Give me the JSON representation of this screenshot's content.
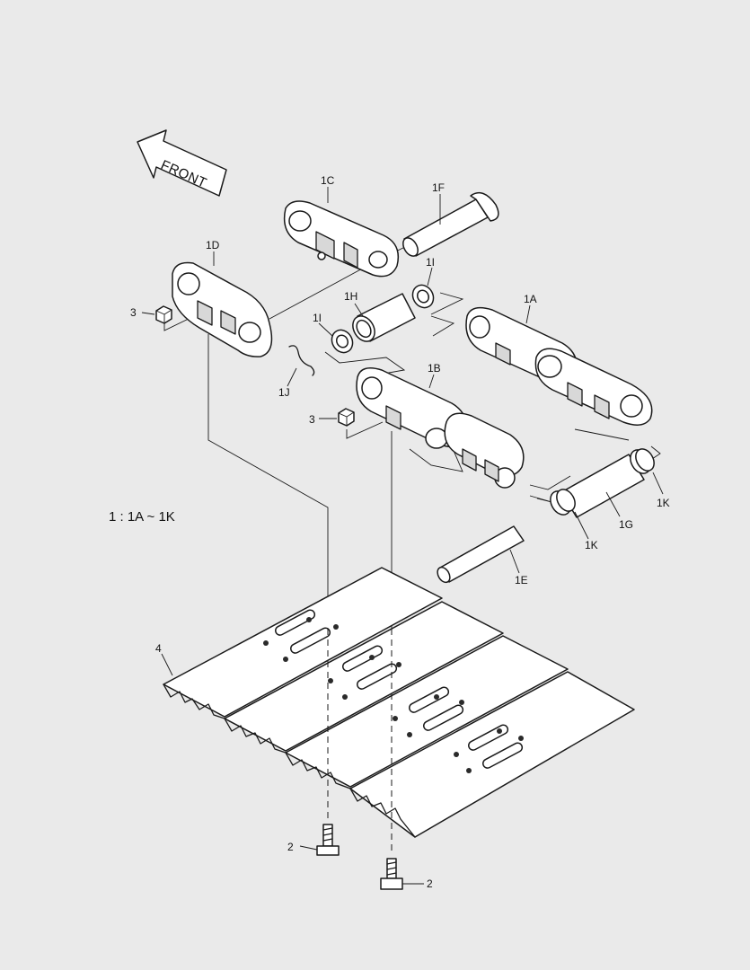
{
  "direction_arrow": {
    "label": "FRONT"
  },
  "legend": {
    "text": "1 : 1A ~ 1K"
  },
  "callouts": {
    "c1C": "1C",
    "c1F": "1F",
    "c1D": "1D",
    "c1I_top": "1I",
    "c1H": "1H",
    "c1I_left": "1I",
    "c1A": "1A",
    "c3_top": "3",
    "c1J": "1J",
    "c1B": "1B",
    "c3_mid": "3",
    "c1K_right": "1K",
    "c1G": "1G",
    "c1K_bottom": "1K",
    "c1E": "1E",
    "c4": "4",
    "c2_left": "2",
    "c2_right": "2"
  },
  "colors": {
    "background": "#eaeaea",
    "line": "#1a1a1a",
    "part_fill": "#ffffff"
  }
}
